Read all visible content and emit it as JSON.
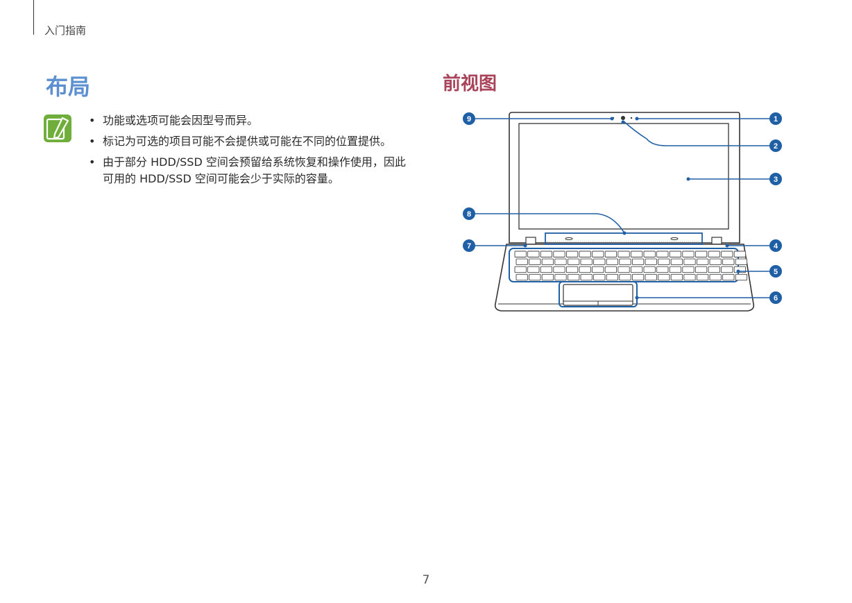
{
  "header": {
    "breadcrumb": "入门指南"
  },
  "left": {
    "title": "布局",
    "note_icon": "note-pencil-icon",
    "bullet": "•",
    "notes": [
      "功能或选项可能会因型号而异。",
      "标记为可选的项目可能不会提供或可能在不同的位置提供。",
      "由于部分 HDD/SSD 空间会预留给系统恢复和操作使用，因此可用的 HDD/SSD 空间可能会少于实际的容量。"
    ]
  },
  "right": {
    "title": "前视图",
    "callouts": [
      "1",
      "2",
      "3",
      "4",
      "5",
      "6",
      "7",
      "8",
      "9"
    ]
  },
  "footer": {
    "page_number": "7"
  },
  "colors": {
    "accent_blue": "#5b8fd0",
    "title_red": "#a8435a",
    "callout_blue": "#1f5fa6",
    "note_green": "#6fae3a"
  }
}
